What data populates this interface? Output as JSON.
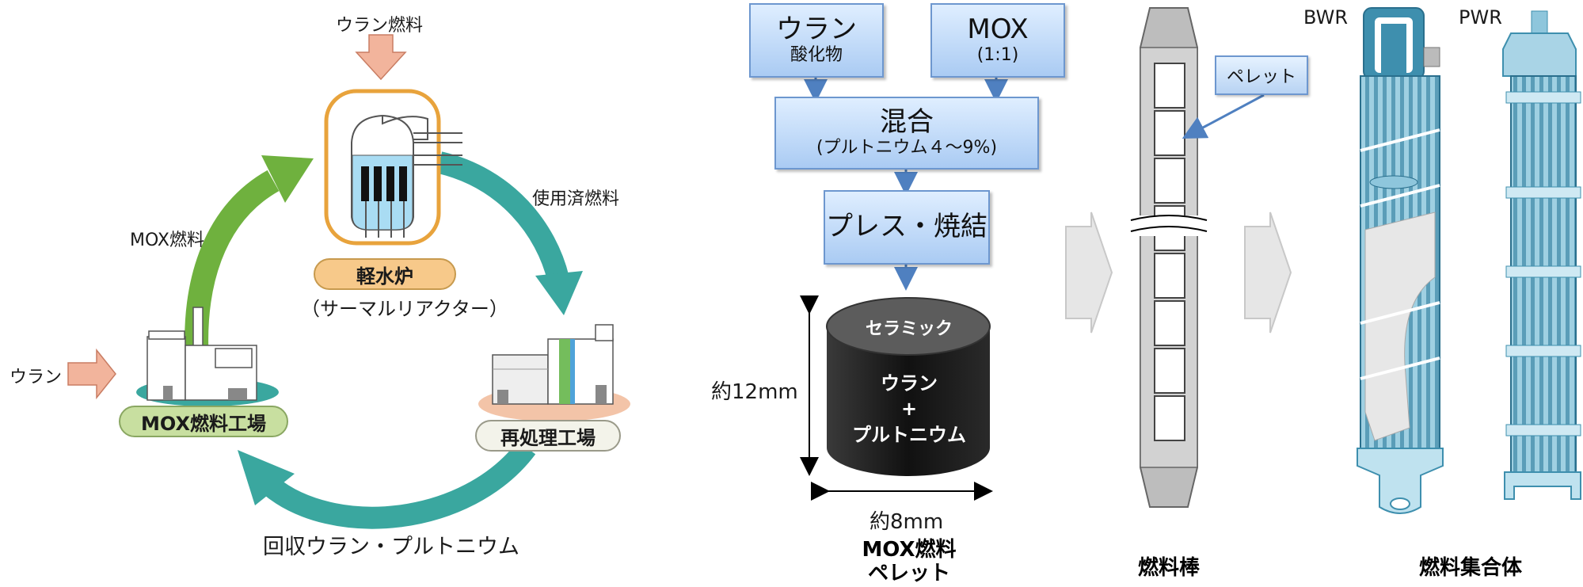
{
  "fuel_cycle": {
    "uranium_fuel_label": "ウラン燃料",
    "reactor_name": "軽水炉",
    "reactor_subtitle": "（サーマルリアクター）",
    "spent_fuel_label": "使用済燃料",
    "mox_fuel_label": "MOX燃料",
    "uranium_input_label": "ウラン",
    "mox_plant_label": "MOX燃料工場",
    "reprocessing_plant_label": "再処理工場",
    "recovered_label": "回収ウラン・プルトニウム"
  },
  "process_flow": {
    "uranium_oxide": {
      "main": "ウラン",
      "sub": "酸化物"
    },
    "mox": {
      "main": "MOX",
      "sub": "(1:1)"
    },
    "mixing": {
      "main": "混合",
      "sub": "(プルトニウム４～9%)"
    },
    "press_sinter": "プレス・焼結"
  },
  "pellet": {
    "top_label": "セラミック",
    "content_line1": "ウラン",
    "content_line2": "+",
    "content_line3": "プルトニウム",
    "height_label": "約12mm",
    "width_label": "約8mm",
    "caption_line1": "MOX燃料",
    "caption_line2": "ペレット"
  },
  "fuel_rod": {
    "pellet_callout": "ペレット",
    "caption": "燃料棒"
  },
  "assembly": {
    "bwr_label": "BWR",
    "pwr_label": "PWR",
    "caption": "燃料集合体"
  },
  "colors": {
    "green_arrow": "#6fb13e",
    "teal_arrow": "#3aa79f",
    "orange_reactor": "#e8a33c",
    "flow_blue": "#5d8ccc",
    "assembly_blue": "#3e8fae"
  }
}
